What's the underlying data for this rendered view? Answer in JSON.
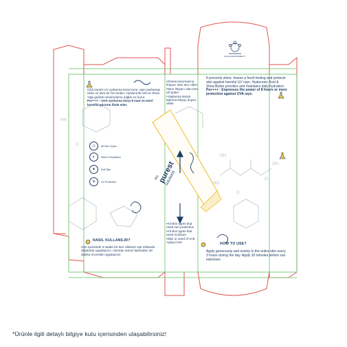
{
  "left_panel_tr": {
    "intro": "Cildi zararlı UV ışınlarına karşı korur, aşırı parlamayı önler ve tazə bir his bırakır. Hyaluronik Asit ve Shea Yağı günlük nemlendirme sağlar ve korur.",
    "highlight": "Pa++++ : UVA ışınlarına karşı 8 saat ve üzeri koruma gücünü ifade eder."
  },
  "icons": [
    {
      "name": "all-skin-types",
      "label": "All Skin Types",
      "glyph": "☺"
    },
    {
      "name": "need-of-hydration",
      "label": "Need of Hydration",
      "glyph": "◐"
    },
    {
      "name": "dull-skin",
      "label": "Dull Skin",
      "glyph": "✦"
    },
    {
      "name": "uv-protection",
      "label": "UV Protection",
      "glyph": "☀"
    }
  ],
  "usage_tr": {
    "title": "NASIL KULLANILIR?",
    "text": "Gün içerisinde 3 saatte bir tüm cildinize eşit miktarda dağıtarak uygulayınız. Güneşe maruz kalmadan 30 dakika önceside uygulayınız."
  },
  "center_top_tr": {
    "lines": [
      "•Güneş korumasına ihtiyacı olan tüm ciltler",
      "•Nem ihtiyacı olan tüm cilt tipleri",
      "•Yaşlanma karşıtı bakıma ihtiyaç duyan ciltler"
    ]
  },
  "center_bottom_en": {
    "lines": [
      "•All skin types that need sun protection",
      "•All skin types that need moisture",
      "•Skin in need of Anti-Aging Care"
    ]
  },
  "right_panel_en": {
    "intro": "It prevents shine, leaves a fresh feeling and protects skin against harmful UV rays. Hyaluronic Acid & Shea Butter provides and maintains daily hydration.",
    "highlight": "Pa++++ : Expresses the power of 8 hours or more protection against UVA rays."
  },
  "usage_en": {
    "title": "HOW TO USE?",
    "text": "Apply generously and evenly to the entire skin every 3 hours during the day. Apply 30 minutes before sun exposure."
  },
  "product": {
    "brand_the": "the",
    "brand_purest": "purest",
    "brand_solutions": "solutions"
  },
  "logo": {
    "caption": "SOCIAL RESPONSIBILITY"
  },
  "footer": {
    "note": "*Ürünle ilgili detaylı bilgiye kutu içerisinden ulaşabilirsiniz!"
  },
  "colors": {
    "cut_line": "#e2524f",
    "fold_line": "#5cbf5c",
    "text": "#1e3c63",
    "accent": "#f0c64a"
  }
}
